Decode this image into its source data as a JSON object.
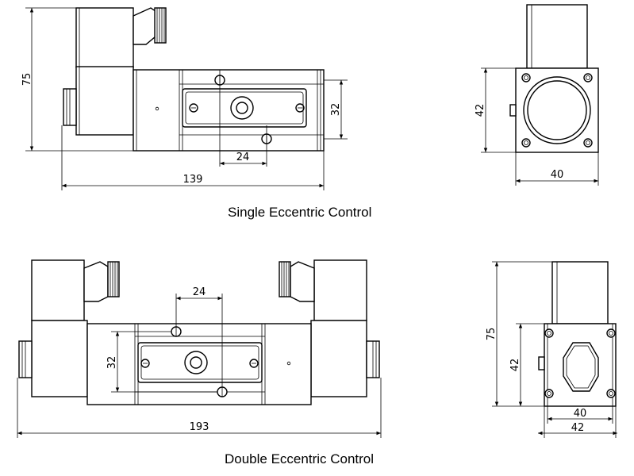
{
  "captions": {
    "single": "Single Eccentric Control",
    "double": "Double Eccentric Control"
  },
  "single_front": {
    "height": "75",
    "port_height": "32",
    "spacing": "24",
    "length": "139"
  },
  "single_side": {
    "height": "42",
    "width": "40"
  },
  "double_front": {
    "spacing": "24",
    "port_height": "32",
    "length": "193"
  },
  "double_side": {
    "height": "75",
    "inner_height": "42",
    "width_inner": "40",
    "width_outer": "42"
  }
}
